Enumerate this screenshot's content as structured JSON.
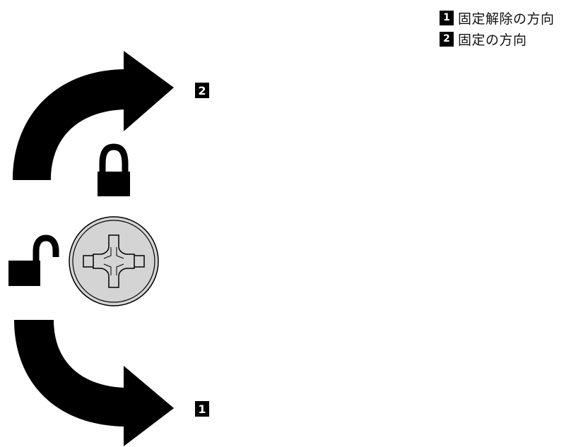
{
  "diagram": {
    "callouts": {
      "lock": "2",
      "unlock": "1"
    },
    "icons": {
      "top_arrow": "curved-arrow-clockwise-icon",
      "bottom_arrow": "curved-arrow-counterclockwise-icon",
      "locked": "padlock-closed-icon",
      "unlocked": "padlock-open-icon",
      "screw": "phillips-screw-head-icon"
    },
    "colors": {
      "arrow": "#000000",
      "screw_fill": "#d4d4d4",
      "screw_stroke": "#000000"
    }
  },
  "legend": {
    "items": [
      {
        "number": "1",
        "label": "固定解除の方向"
      },
      {
        "number": "2",
        "label": "固定の方向"
      }
    ]
  }
}
